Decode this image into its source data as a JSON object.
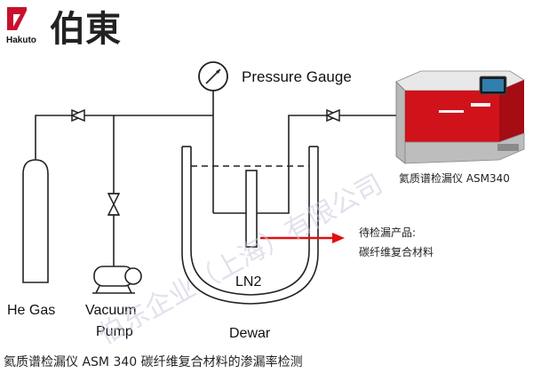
{
  "logo": {
    "brand_latin": "Hakuto",
    "brand_cjk": "伯東",
    "colors": {
      "red": "#c8102e",
      "dark": "#222222"
    }
  },
  "labels": {
    "pressure_gauge": "Pressure Gauge",
    "he_gas": "He Gas",
    "vacuum": "Vacuum",
    "pump": "Pump",
    "dewar": "Dewar",
    "ln2": "LN2",
    "detector": "氦质谱检漏仪 ASM340",
    "product_line1": "待检漏产品:",
    "product_line2": "碳纤维复合材料"
  },
  "watermark": {
    "text": "伯东企业（上海）有限公司"
  },
  "caption": "氦质谱检漏仪 ASM 340 碳纤维复合材料的渗漏率检测",
  "colors": {
    "line": "#222222",
    "arrow": "#e01010",
    "device_red": "#d0121b"
  }
}
